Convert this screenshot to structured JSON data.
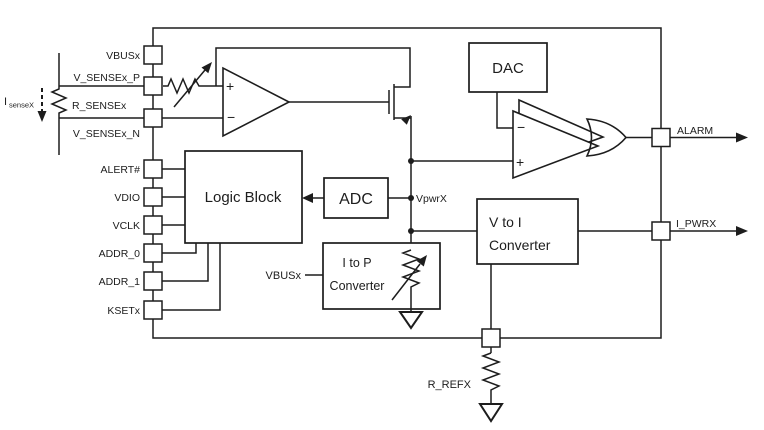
{
  "colors": {
    "ink": "#1d1d1d",
    "background": "#ffffff"
  },
  "external": {
    "current_label_main": "I",
    "current_label_sub": "senseX",
    "sense_resistor_label": "R_SENSEx"
  },
  "pins_left": {
    "vbusx": "VBUSx",
    "v_sensex_p": "V_SENSEx_P",
    "v_sensex_n": "V_SENSEx_N",
    "alert": "ALERT#",
    "vdio": "VDIO",
    "vclk": "VCLK",
    "addr_0": "ADDR_0",
    "addr_1": "ADDR_1",
    "ksetx": "KSETx"
  },
  "blocks": {
    "logic": "Logic Block",
    "adc": "ADC",
    "dac": "DAC",
    "v_to_i_line1": "V to I",
    "v_to_i_line2": "Converter",
    "i_to_p_line1": "I to P",
    "i_to_p_line2": "Converter"
  },
  "nets": {
    "vpwrx": "VpwrX",
    "vbusx_input": "VBUSx",
    "r_refx": "R_REFX"
  },
  "outputs": {
    "alarm": "ALARM",
    "i_pwrx": "I_PWRX"
  },
  "symbols": {
    "opamp_plus": "+",
    "opamp_minus": "−",
    "comparator_plus": "+",
    "comparator_minus": "−"
  }
}
